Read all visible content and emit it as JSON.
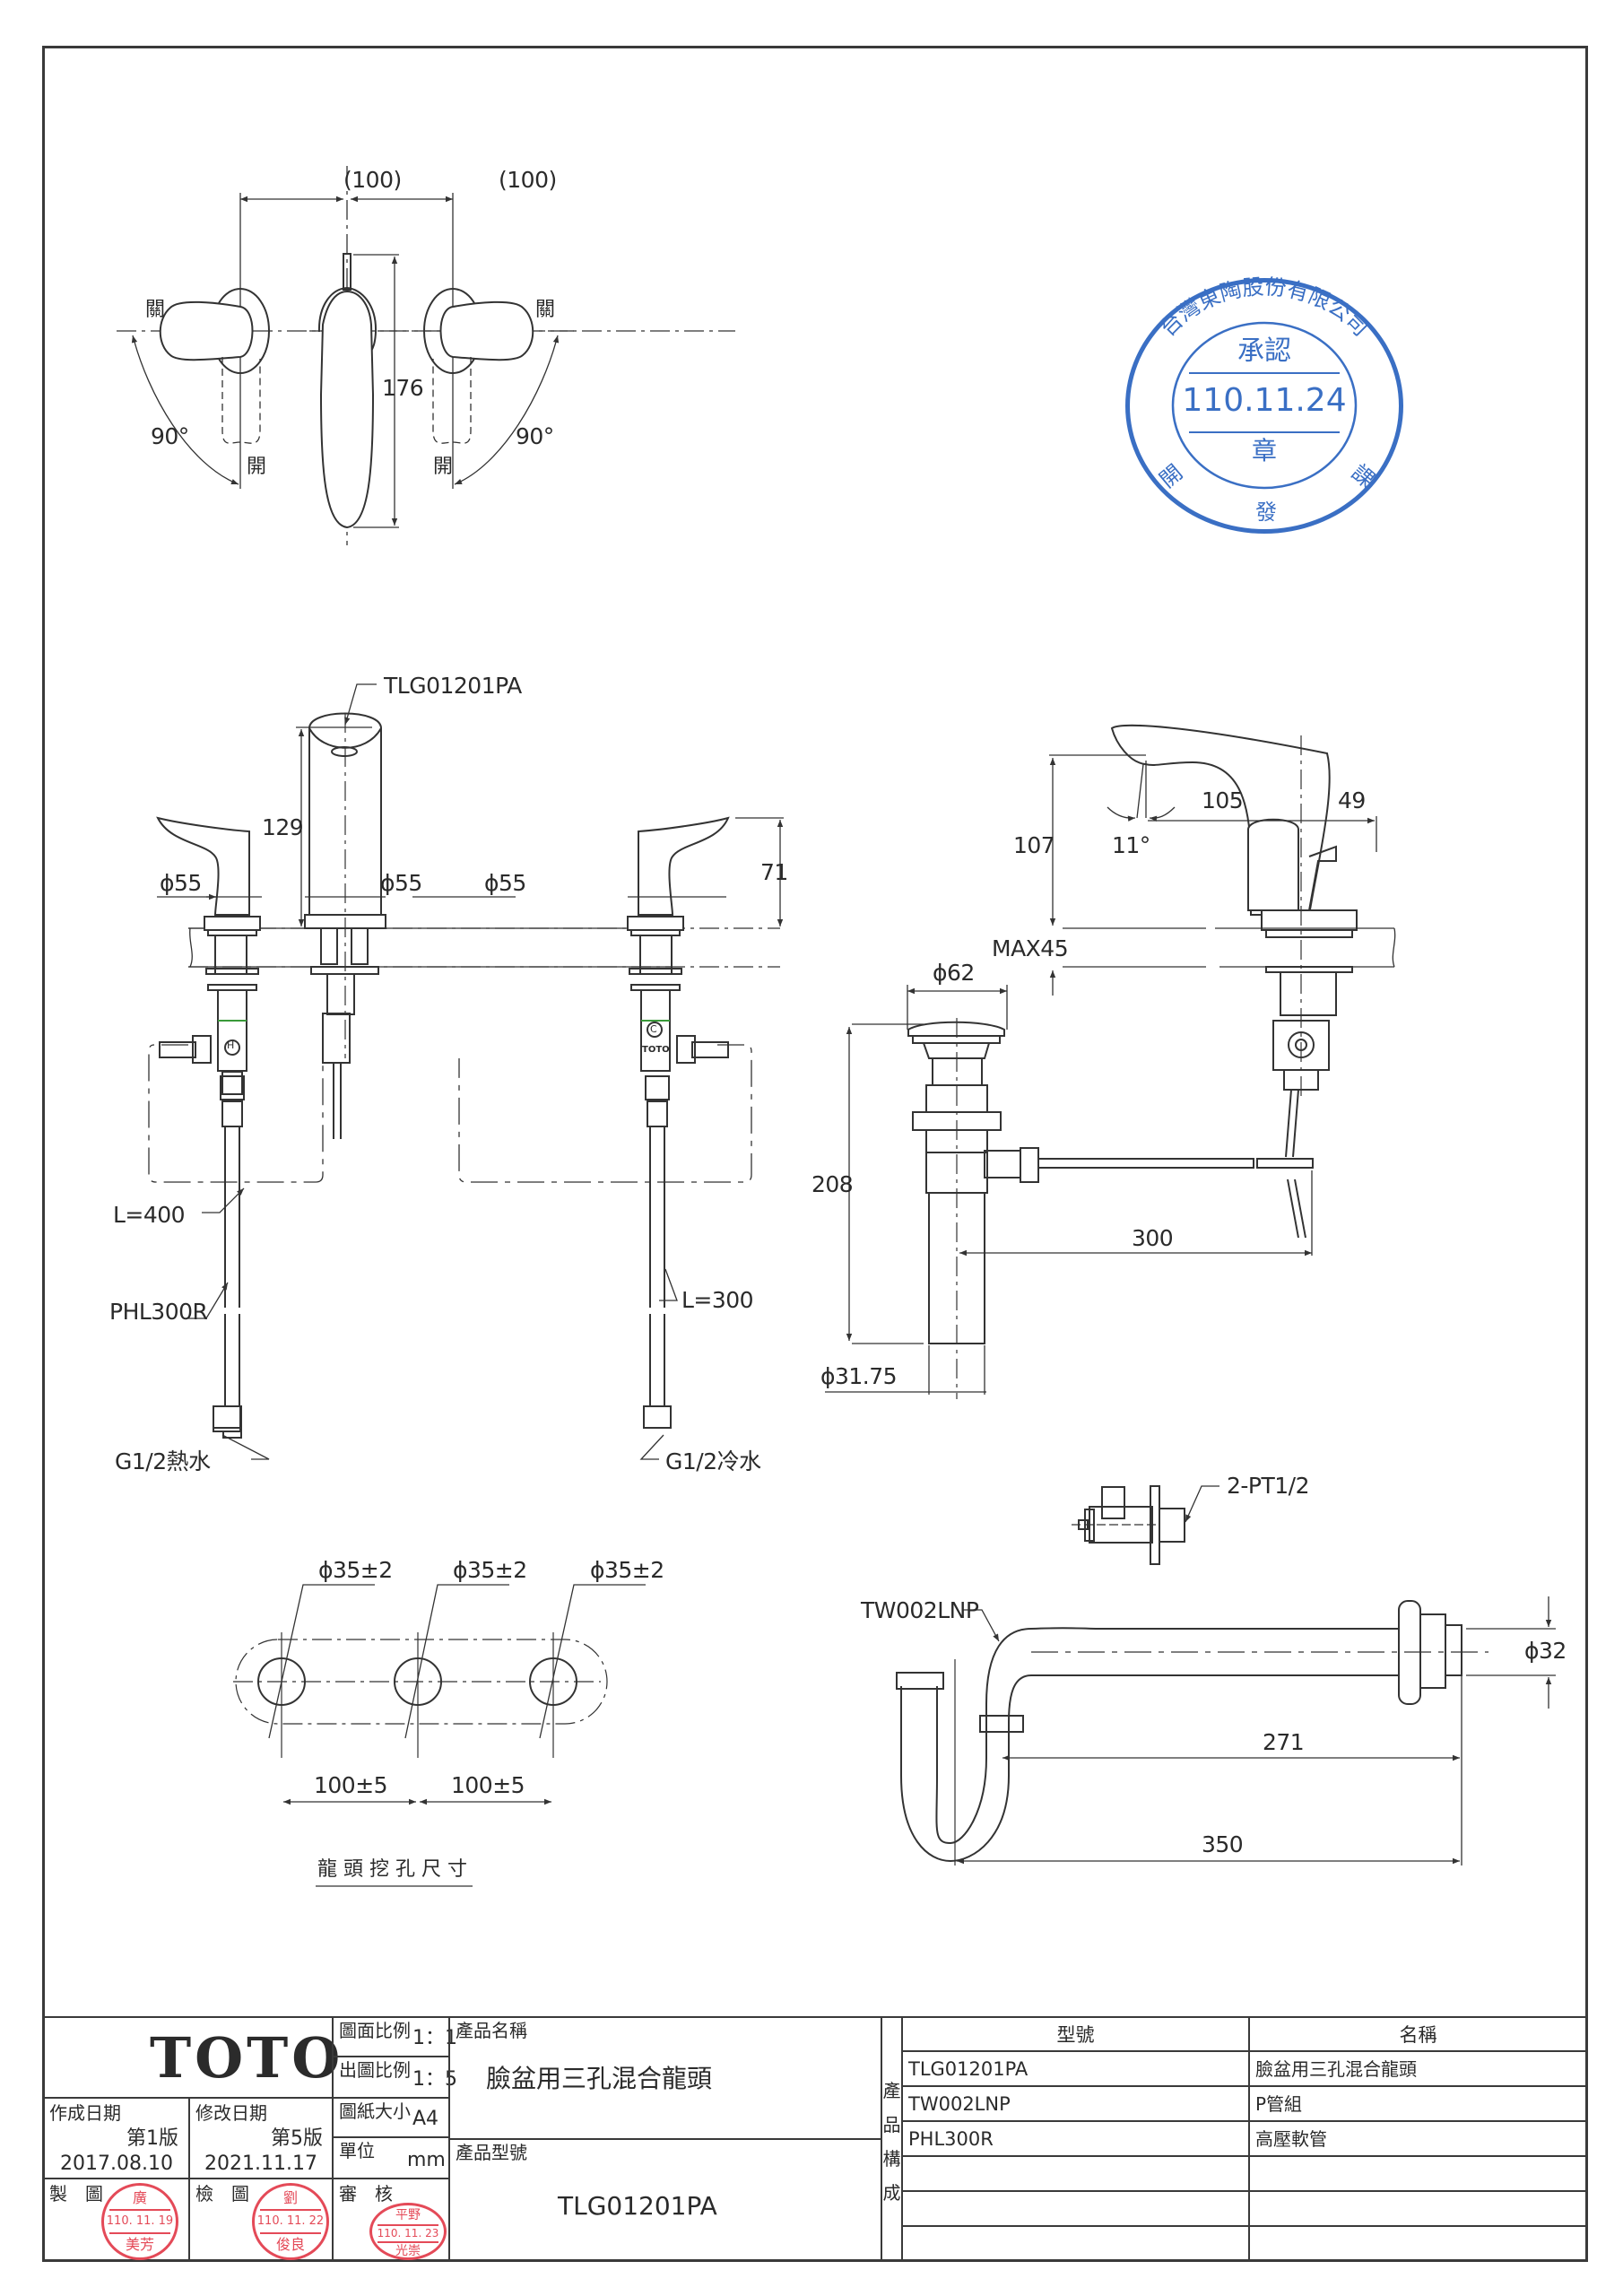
{
  "drawing": {
    "top_view": {
      "spacing_left": "(100)",
      "spacing_right": "(100)",
      "spout_length": "176",
      "left_handle_close": "關",
      "left_handle_open": "開",
      "left_angle": "90°",
      "right_handle_close": "關",
      "right_handle_open": "開",
      "right_angle": "90°"
    },
    "front_view": {
      "model_callout": "TLG01201PA",
      "spout_height": "129",
      "handle_height": "71",
      "base_dia_left": "ϕ55",
      "base_dia_center": "ϕ55",
      "base_dia_right": "ϕ55",
      "hose_length_left": "L=400",
      "hose_model": "PHL300R",
      "hose_length_right": "L=300",
      "hot_connection": "G1/2熱水",
      "cold_connection": "G1/2冷水",
      "hot_mark": "H",
      "cold_mark": "C",
      "valve_brand": "TOTO"
    },
    "side_view": {
      "spout_reach": "105",
      "handle_offset": "49",
      "spout_clearance": "107",
      "spout_angle": "11°",
      "max_counter": "MAX45",
      "drain_dia": "ϕ62",
      "drain_length": "208",
      "pop_rod_length": "300",
      "tail_dia": "ϕ31.75"
    },
    "stop_valve": {
      "callout": "2-PT1/2"
    },
    "p_trap": {
      "callout": "TW002LNP",
      "outlet_dia": "ϕ32",
      "inner_length": "271",
      "overall_length": "350"
    },
    "hole_layout": {
      "hole_1": "ϕ35±2",
      "hole_2": "ϕ35±2",
      "hole_3": "ϕ35±2",
      "spacing_1": "100±5",
      "spacing_2": "100±5",
      "caption": "龍 頭 挖 孔 尺 寸"
    },
    "approval_stamp": {
      "company": "台灣東陶股份有限公司",
      "top": "承認",
      "date": "110.11.24",
      "mid": "章",
      "bottom_left": "開",
      "bottom_center": "發",
      "bottom_right": "課",
      "color": "#3a6fc4"
    }
  },
  "title_block": {
    "logo": "TOTO",
    "created_label": "作成日期",
    "created_version": "第1版",
    "created_date": "2017.08.10",
    "revised_label": "修改日期",
    "revised_version": "第5版",
    "revised_date": "2021.11.17",
    "drawn_label": "製　圖",
    "checked_label": "檢　圖",
    "approved_label": "審　核",
    "scale_label": "圖面比例",
    "scale_value": "1：1",
    "print_scale_label": "出圖比例",
    "print_scale_value": "1：5",
    "paper_label": "圖紙大小",
    "paper_value": "A4",
    "unit_label": "單位",
    "unit_value": "mm",
    "product_name_label": "產品名稱",
    "product_name": "臉盆用三孔混合龍頭",
    "product_model_label": "產品型號",
    "product_model": "TLG01201PA",
    "composition_label": [
      "產",
      "品",
      "構",
      "成"
    ],
    "components_header": {
      "model": "型號",
      "name": "名稱"
    },
    "components": [
      {
        "model": "TLG01201PA",
        "name": "臉盆用三孔混合龍頭"
      },
      {
        "model": "TW002LNP",
        "name": "P管組"
      },
      {
        "model": "PHL300R",
        "name": "高壓軟管"
      },
      {
        "model": "",
        "name": ""
      },
      {
        "model": "",
        "name": ""
      },
      {
        "model": "",
        "name": ""
      }
    ],
    "stamps": {
      "drawn": {
        "top": "廣",
        "date": "110. 11. 19",
        "bottom": "美芳"
      },
      "checked": {
        "top": "劉",
        "date": "110. 11. 22",
        "bottom": "俊良"
      },
      "approved": {
        "top": "平野",
        "date": "110. 11. 23",
        "bottom": "光崇"
      },
      "color": "#e44a58"
    }
  }
}
